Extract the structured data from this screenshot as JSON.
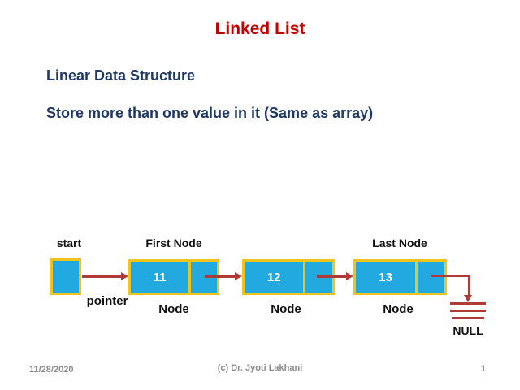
{
  "slide": {
    "title": "Linked List",
    "bullets": [
      "Linear Data Structure",
      "Store more than one value in it (Same as array)"
    ]
  },
  "diagram": {
    "start_label": "start",
    "pointer_label": "pointer",
    "first_node_label": "First Node",
    "last_node_label": "Last Node",
    "node_caption": "Node",
    "null_label": "NULL",
    "nodes": [
      {
        "value": "11"
      },
      {
        "value": "12"
      },
      {
        "value": "13"
      }
    ]
  },
  "footer": {
    "date": "11/28/2020",
    "credit": "(c) Dr. Jyoti Lakhani",
    "page_number": "1"
  },
  "colors": {
    "title": "#C00000",
    "heading": "#1F3864",
    "box_fill": "#22A9E0",
    "box_border": "#EFC319",
    "arrow": "#B03A35",
    "label": "#111111",
    "value_text": "#FFFFFF",
    "footer": "#8C8C8C",
    "background": "#FFFFFF"
  }
}
